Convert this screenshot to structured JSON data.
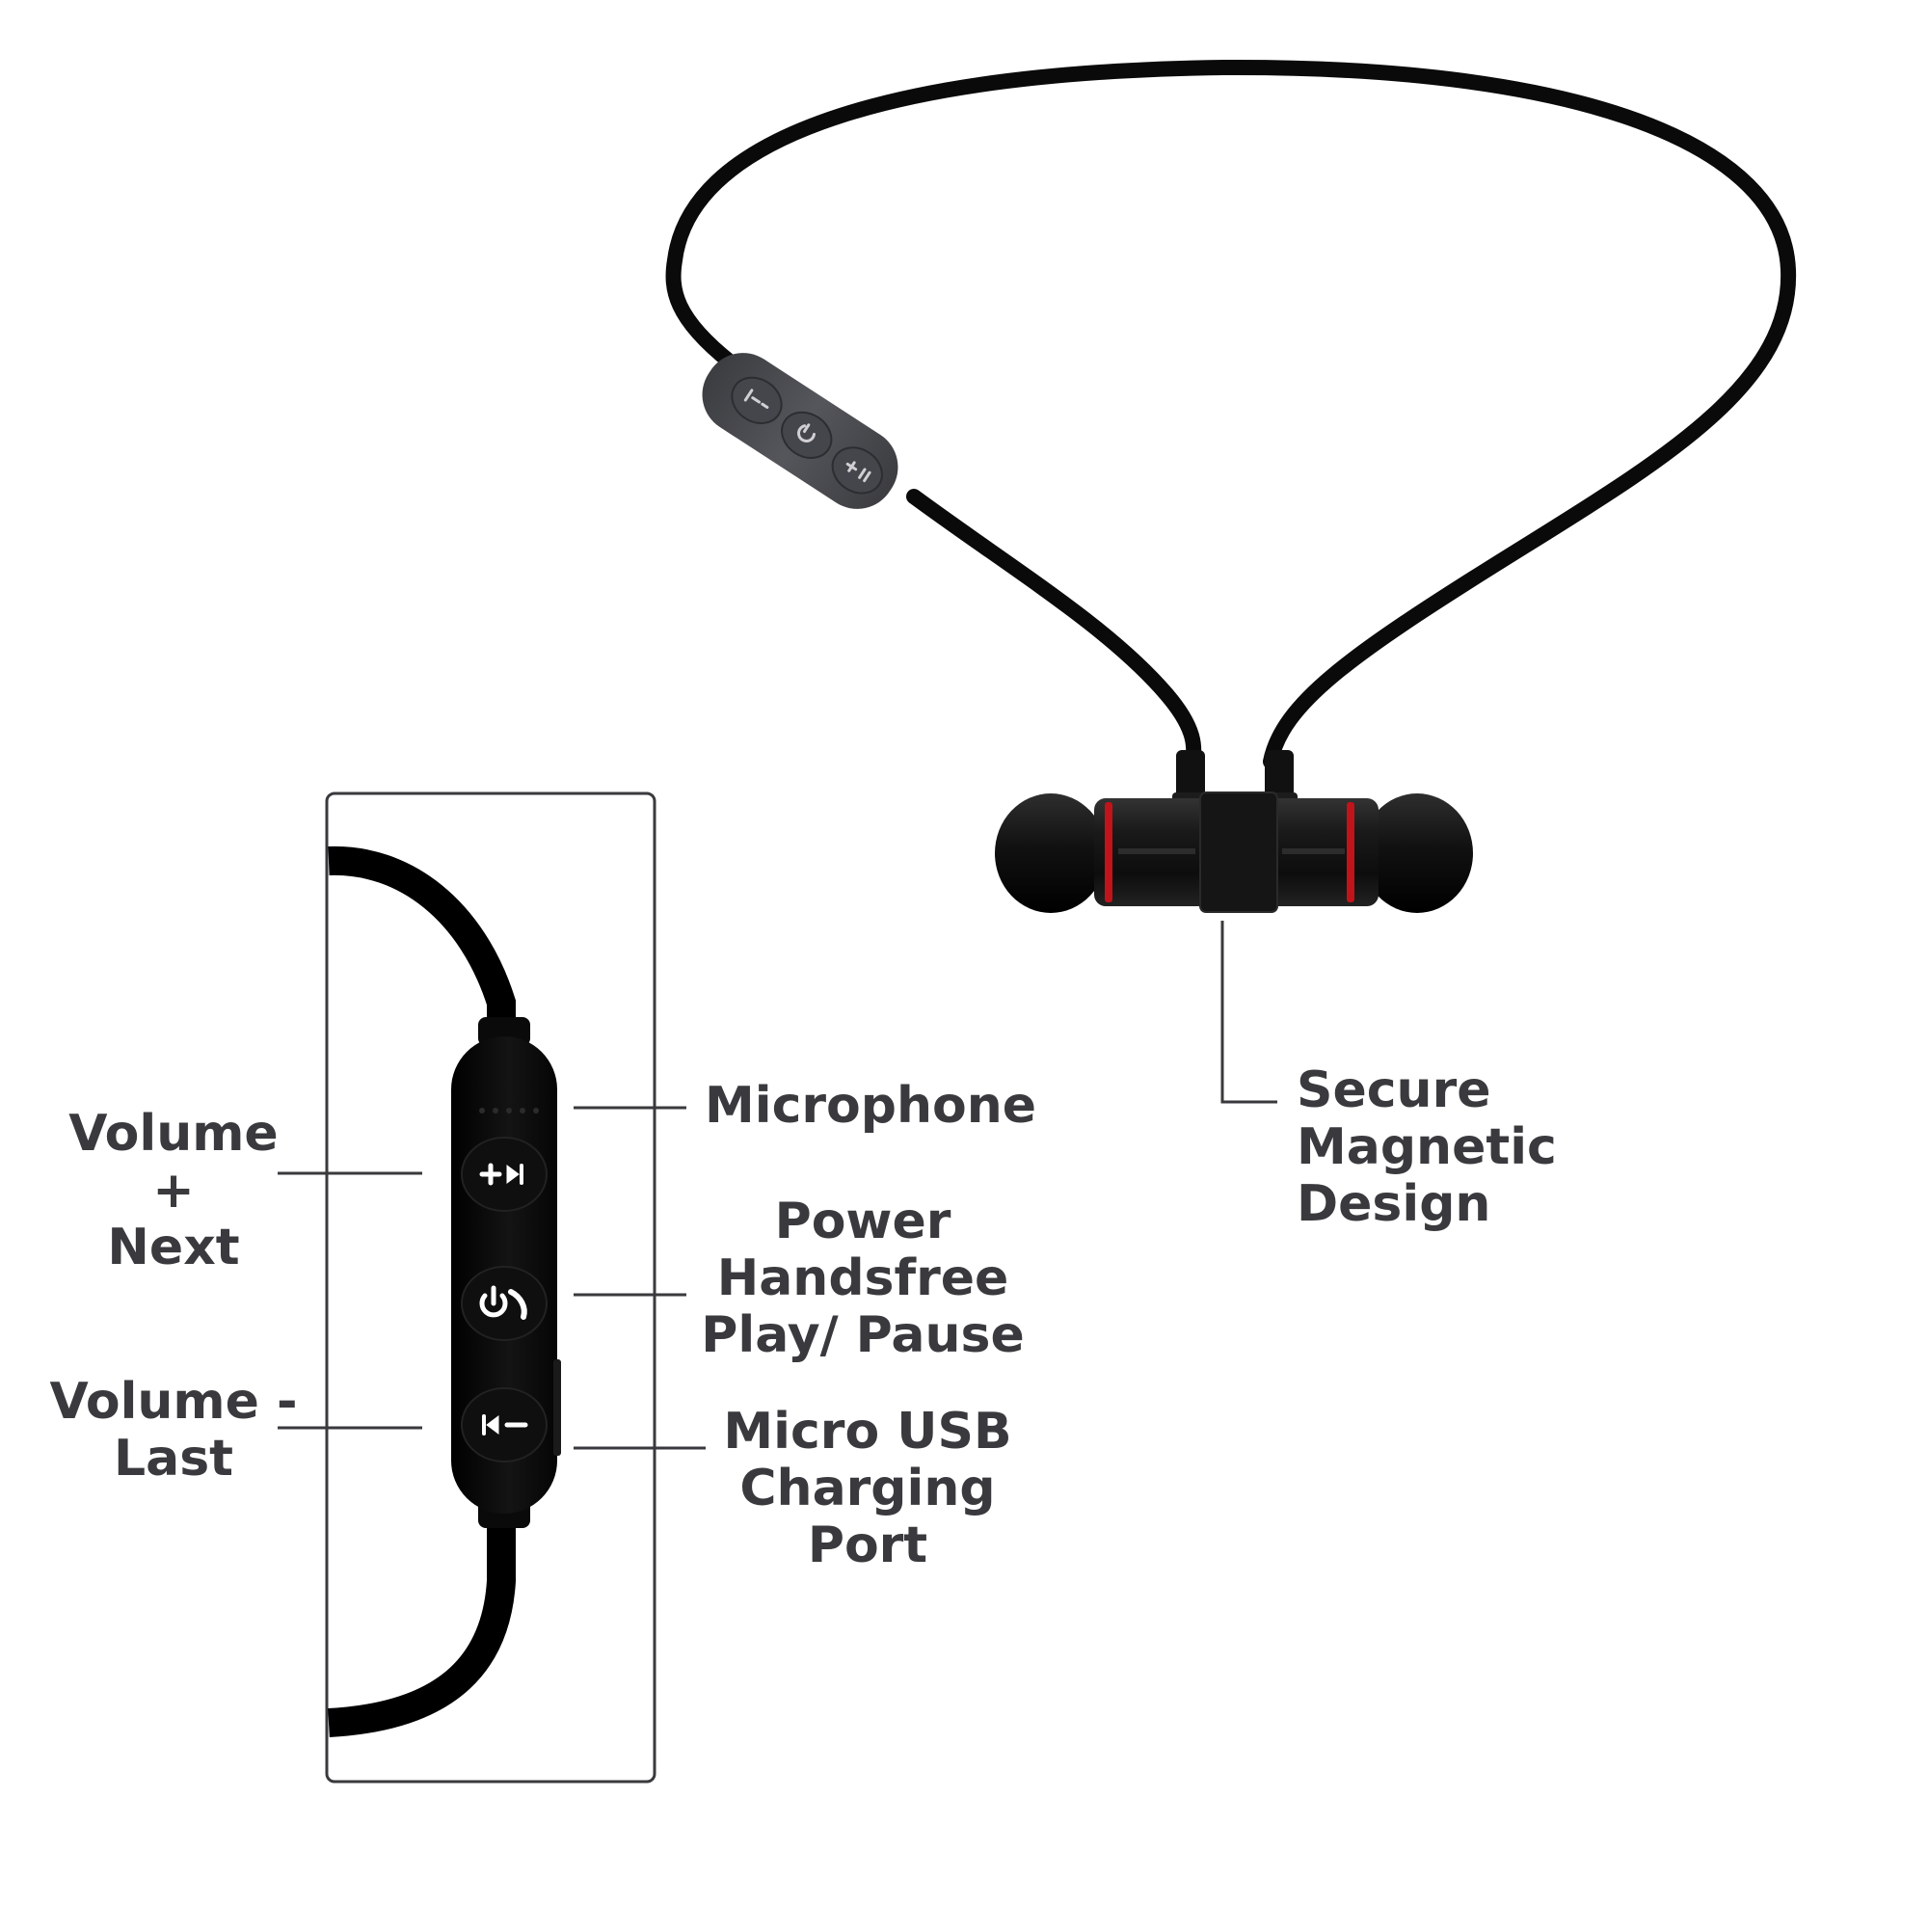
{
  "labels": {
    "volume_plus_next": "Volume +\nNext",
    "volume_minus_last": "Volume -\nLast",
    "microphone": "Microphone",
    "power_handsfree_play_pause": "Power\nHandsfree\nPlay/ Pause",
    "micro_usb_charging_port": "Micro USB\nCharging Port",
    "secure_magnetic_design": "Secure\nMagnetic\nDesign"
  },
  "colors": {
    "text": "#3a3a3e",
    "leader_line": "#3a3a3e",
    "cable": "#0a0a0a",
    "remote_small": "#4a4b50",
    "remote_large": "#0c0c0c",
    "earbud_body": "#151515",
    "earbud_ring": "#c0141a",
    "frame": "#3a3a3e"
  },
  "icons": [
    "volume-up-next-icon",
    "power-call-icon",
    "previous-volume-down-icon",
    "microphone-holes-icon"
  ]
}
